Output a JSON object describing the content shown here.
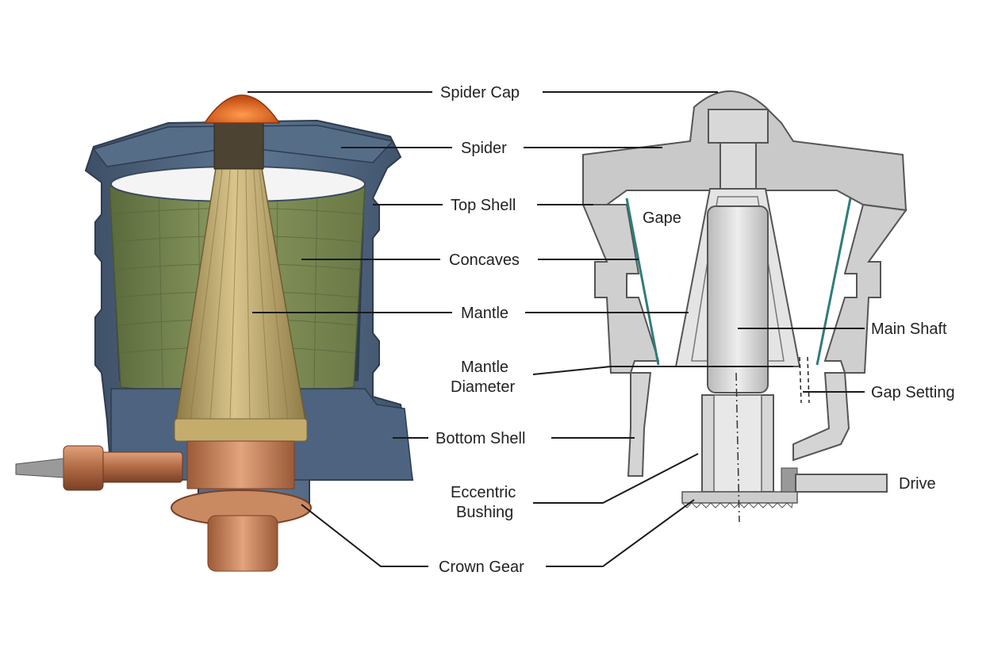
{
  "labels": {
    "spider_cap": "Spider Cap",
    "spider": "Spider",
    "top_shell": "Top Shell",
    "concaves": "Concaves",
    "mantle": "Mantle",
    "mantle_diameter_l1": "Mantle",
    "mantle_diameter_l2": "Diameter",
    "bottom_shell": "Bottom Shell",
    "eccentric_bushing_l1": "Eccentric",
    "eccentric_bushing_l2": "Bushing",
    "crown_gear": "Crown Gear",
    "gape": "Gape",
    "main_shaft": "Main Shaft",
    "gap_setting": "Gap Setting",
    "drive": "Drive"
  },
  "colors": {
    "shell_blue": "#4f6580",
    "concave_green": "#76834e",
    "mantle_gold": "#b7a267",
    "copper": "#c8865f",
    "cap_orange": "#e0631c",
    "section_gray": "#cfcfcf",
    "liner_teal": "#2f7d78"
  }
}
